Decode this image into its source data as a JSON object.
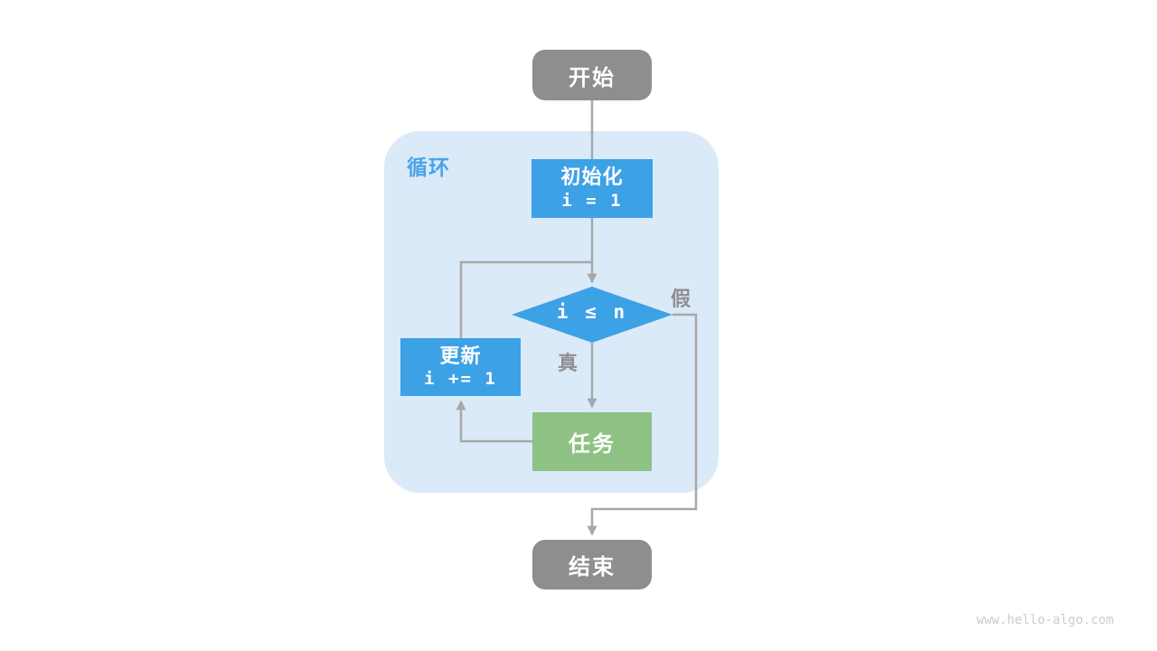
{
  "diagram": {
    "container_label": "循环",
    "nodes": {
      "start": {
        "label": "开始"
      },
      "init": {
        "title": "初始化",
        "code": "i = 1"
      },
      "condition": {
        "label": "i ≤ n"
      },
      "update": {
        "title": "更新",
        "code": "i += 1"
      },
      "task": {
        "label": "任务"
      },
      "end": {
        "label": "结束"
      }
    },
    "edge_labels": {
      "true_branch": "真",
      "false_branch": "假"
    },
    "colors": {
      "node_blue": "#3da1e6",
      "node_green": "#8ec284",
      "node_gray": "#8e8e8e",
      "container_bg": "#daeaf8",
      "loop_label_blue": "#4aa4e8",
      "arrow_gray": "#a8a8a8",
      "edge_label_gray": "#8f8f8f",
      "watermark_gray": "#cccccc"
    }
  },
  "watermark": "www.hello-algo.com"
}
